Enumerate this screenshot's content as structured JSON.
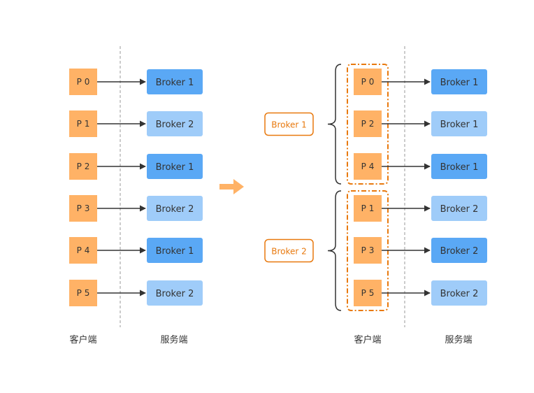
{
  "colors": {
    "partition_fill": "#FFB266",
    "broker_dark": "#5AA8F5",
    "broker_light": "#9FCCF9",
    "accent_orange": "#E8790E",
    "arrow": "#333333",
    "divider": "#999999",
    "text": "#333333",
    "transition_arrow": "#FFB266"
  },
  "before": {
    "rows": [
      {
        "partition": "P 0",
        "broker": "Broker 1",
        "shade": "dark"
      },
      {
        "partition": "P 1",
        "broker": "Broker 2",
        "shade": "light"
      },
      {
        "partition": "P 2",
        "broker": "Broker 1",
        "shade": "dark"
      },
      {
        "partition": "P 3",
        "broker": "Broker 2",
        "shade": "light"
      },
      {
        "partition": "P 4",
        "broker": "Broker 1",
        "shade": "dark"
      },
      {
        "partition": "P 5",
        "broker": "Broker 2",
        "shade": "light"
      }
    ],
    "client_label": "客户端",
    "server_label": "服务端"
  },
  "after": {
    "groups": [
      {
        "label": "Broker 1",
        "rows": [
          {
            "partition": "P 0",
            "broker": "Broker 1",
            "shade": "dark"
          },
          {
            "partition": "P 2",
            "broker": "Broker 1",
            "shade": "light"
          },
          {
            "partition": "P 4",
            "broker": "Broker 1",
            "shade": "dark"
          }
        ]
      },
      {
        "label": "Broker 2",
        "rows": [
          {
            "partition": "P 1",
            "broker": "Broker 2",
            "shade": "light"
          },
          {
            "partition": "P 3",
            "broker": "Broker 2",
            "shade": "dark"
          },
          {
            "partition": "P 5",
            "broker": "Broker 2",
            "shade": "light"
          }
        ]
      }
    ],
    "client_label": "客户端",
    "server_label": "服务端"
  }
}
